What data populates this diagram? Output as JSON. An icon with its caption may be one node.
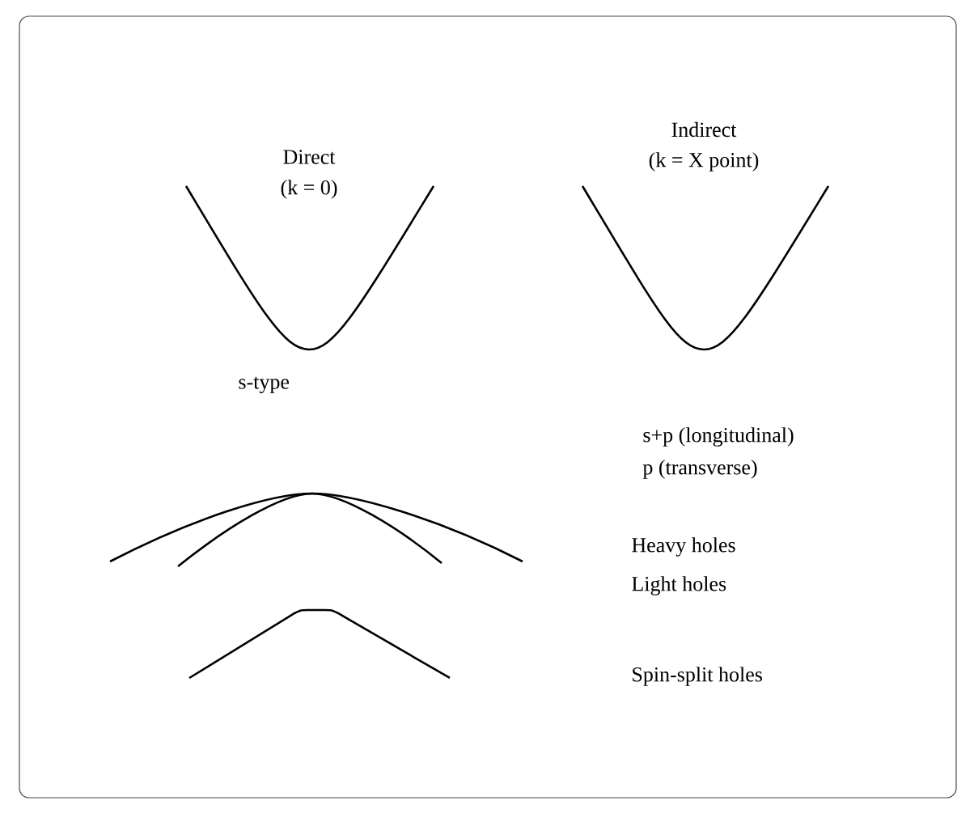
{
  "diagram": {
    "labels": [
      "Direct",
      "(k = 0)",
      "Indirect",
      "(k = X point)",
      "s-type",
      "s+p (longitudinal)",
      "p (transverse)",
      "Heavy holes",
      "Light holes",
      "Spin-split holes"
    ]
  }
}
